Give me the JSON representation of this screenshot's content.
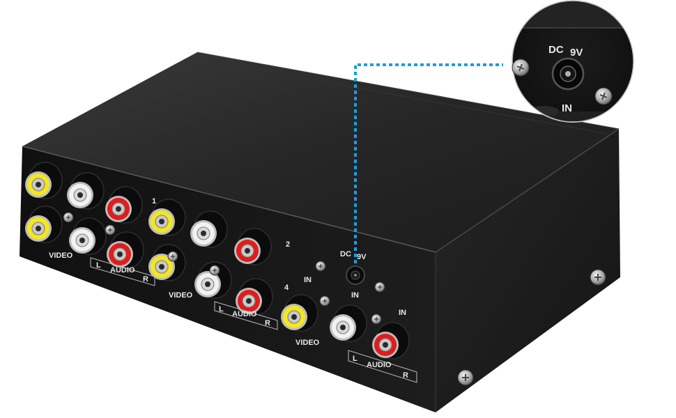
{
  "colors": {
    "background": "#ffffff",
    "box_top": "#2b2b2b",
    "box_front": "#151515",
    "box_side": "#1e1e1e",
    "jack_yellow": "#f3e71d",
    "jack_white": "#f2f2f2",
    "jack_red": "#e31b1b",
    "callout_line": "#1a9ee0",
    "label_text": "#e8e8e8"
  },
  "labels": {
    "video": "VIDEO",
    "audio_l": "L",
    "audio": "AUDIO",
    "audio_r": "R",
    "port_1": "1",
    "port_2": "2",
    "port_4": "4",
    "in": "IN",
    "dc_line1": "DC",
    "dc_line2": "9V"
  },
  "callout": {
    "dc_line1": "DC",
    "dc_line2": "9V",
    "in": "IN"
  },
  "icons": {
    "screw": "phillips-screw-icon",
    "rca_jack": "rca-jack-icon",
    "dc_socket": "dc-power-socket-icon"
  }
}
